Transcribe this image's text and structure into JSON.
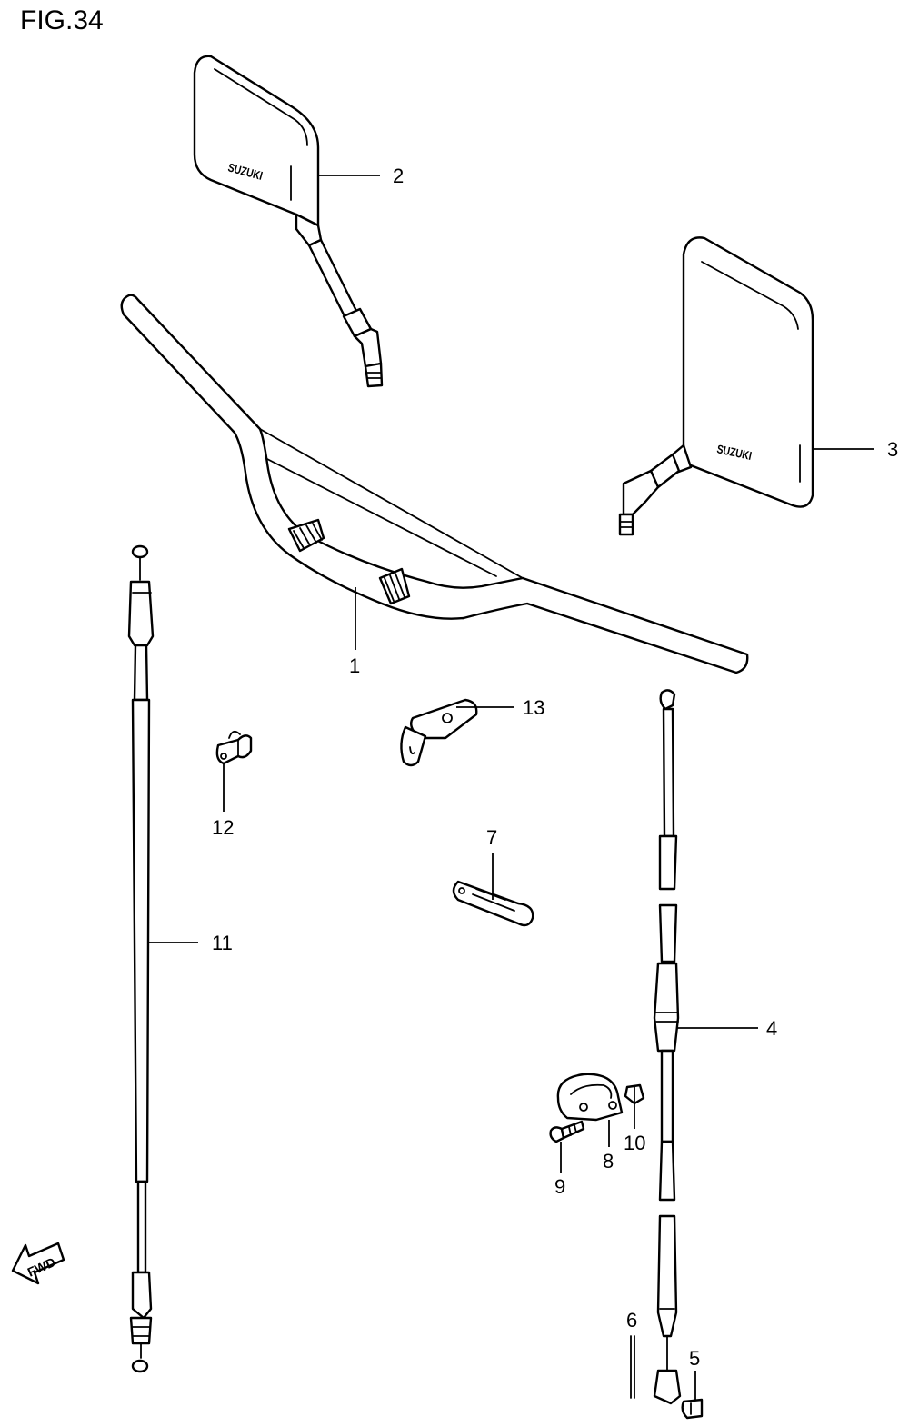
{
  "figure": {
    "title": "FIG.34"
  },
  "brand_mark": "SUZUKI",
  "direction_arrow": {
    "label": "FWD"
  },
  "callouts": [
    {
      "id": "1",
      "text": "1"
    },
    {
      "id": "2",
      "text": "2"
    },
    {
      "id": "3",
      "text": "3"
    },
    {
      "id": "4",
      "text": "4"
    },
    {
      "id": "5",
      "text": "5"
    },
    {
      "id": "6",
      "text": "6"
    },
    {
      "id": "7",
      "text": "7"
    },
    {
      "id": "8",
      "text": "8"
    },
    {
      "id": "9",
      "text": "9"
    },
    {
      "id": "10",
      "text": "10"
    },
    {
      "id": "11",
      "text": "11"
    },
    {
      "id": "12",
      "text": "12"
    },
    {
      "id": "13",
      "text": "13"
    }
  ]
}
